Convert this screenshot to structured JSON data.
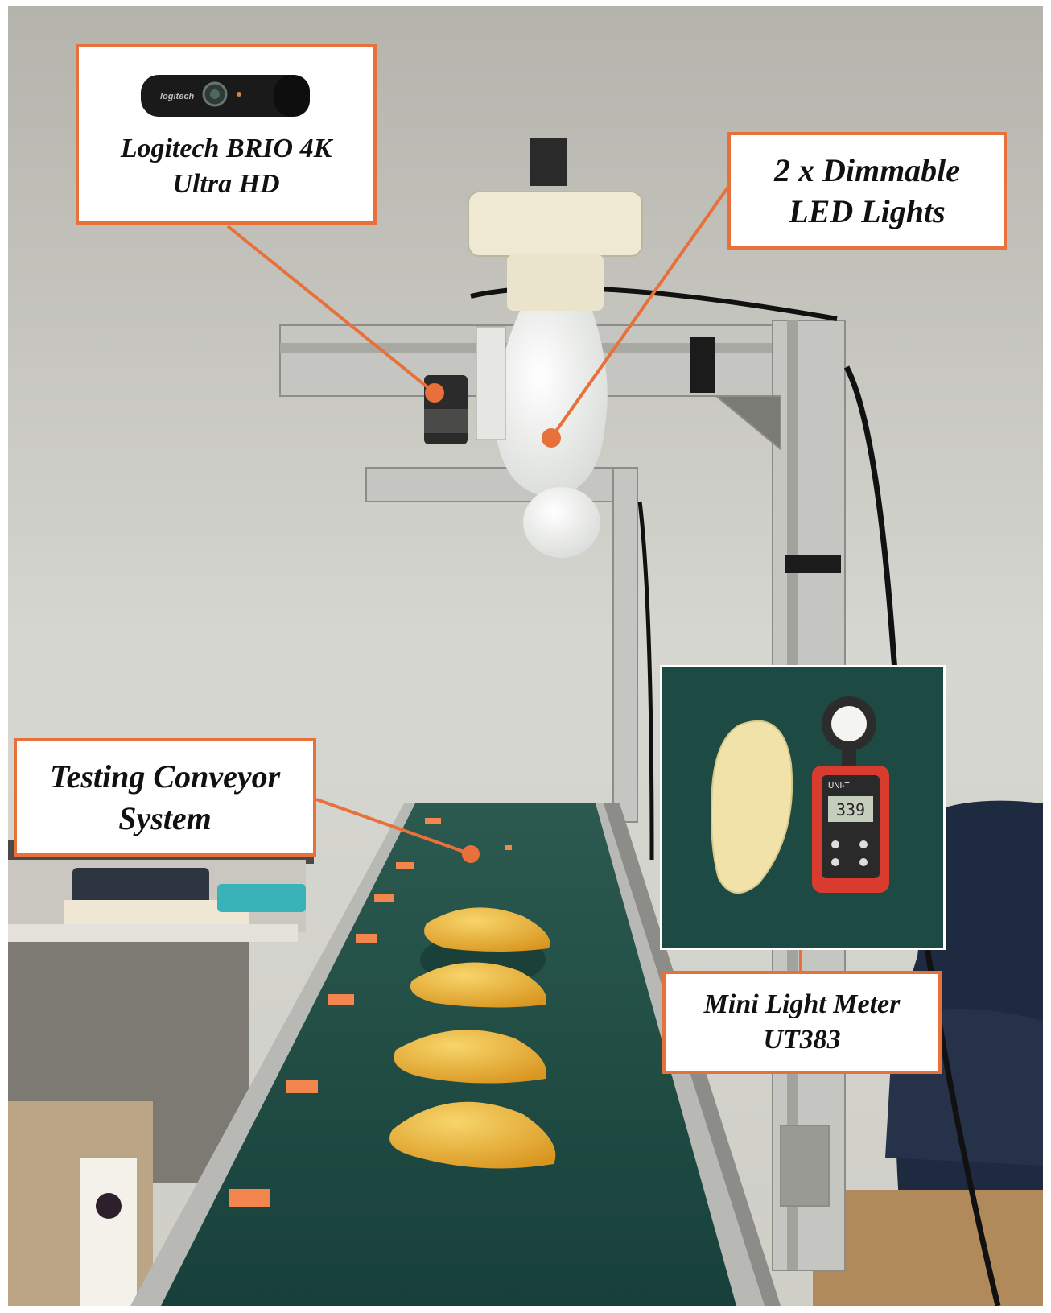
{
  "figure": {
    "callouts": {
      "camera": {
        "label": "Logitech BRIO 4K\nUltra HD",
        "logo_text": "logitech",
        "icon": "webcam-icon"
      },
      "lights": {
        "label": "2 x Dimmable\nLED Lights",
        "icon": "led-bulb-icon"
      },
      "conveyor": {
        "label": "Testing Conveyor\nSystem",
        "icon": "conveyor-belt-icon"
      },
      "meter": {
        "label": "Mini Light Meter\nUT383",
        "icon": "light-meter-icon"
      }
    },
    "inset": {
      "meter_brand": "UNI-T",
      "meter_reading": "339"
    },
    "colors": {
      "callout_border": "#e8703a",
      "belt": "#1e4a42",
      "mango": "#e9b63e",
      "wall": "#d8d7d1"
    }
  }
}
